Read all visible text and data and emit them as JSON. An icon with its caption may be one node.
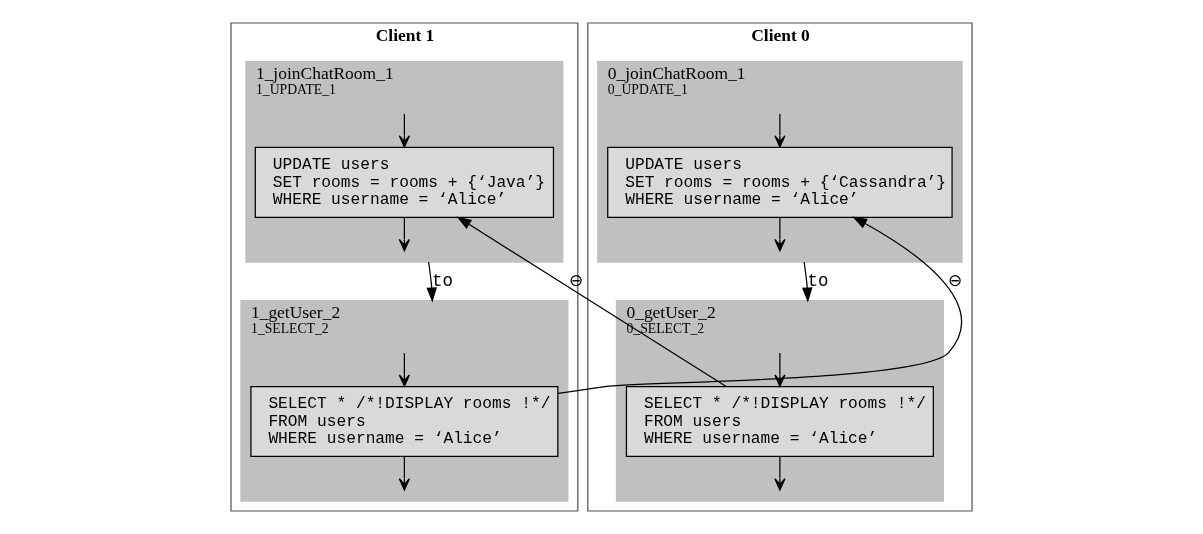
{
  "diagram": {
    "nodes": [
      {
        "text": [
          "Client 0"
        ]
      },
      {
        "text": [
          "0_joinChatRoom_1",
          "0_UPDATE_1"
        ],
        "in": 0
      },
      {
        "text": [
          "UPDATE users",
          "SET rooms = rooms + {‘Cassandra’}",
          "WHERE username = ‘Alice’"
        ],
        "in": 1
      },
      {
        "text": [
          "0_getUser_2",
          "0_SELECT_2"
        ],
        "in": 0
      },
      {
        "text": [
          "SELECT * /*!DISPLAY rooms !*/",
          "FROM users",
          "WHERE username = ‘Alice’"
        ],
        "in": 3
      },
      {
        "text": [
          "Client 1"
        ]
      },
      {
        "text": [
          "1_joinChatRoom_1",
          "1_UPDATE_1"
        ],
        "in": 5
      },
      {
        "text": [
          "UPDATE users",
          "SET rooms = rooms + {‘Java’}",
          "WHERE username = ‘Alice’"
        ],
        "in": 6
      },
      {
        "text": [
          "1_getUser_2",
          "1_SELECT_2"
        ],
        "in": 5
      },
      {
        "text": [
          "SELECT * /*!DISPLAY rooms !*/",
          "FROM users",
          "WHERE username = ‘Alice’"
        ],
        "in": 8
      }
    ],
    "edges": [
      {
        "from": 2,
        "to": null,
        "arrow": "to"
      },
      {
        "from": null,
        "to": 2,
        "arrow": "to"
      },
      {
        "from": 1,
        "to": 3,
        "arrow": "to",
        "label": "to"
      },
      {
        "from": 4,
        "to": null,
        "arrow": "to"
      },
      {
        "from": null,
        "to": 4,
        "arrow": "to"
      },
      {
        "from": 4,
        "to": 7,
        "arrow": "to",
        "label": "⊖"
      },
      {
        "from": 7,
        "to": null,
        "arrow": "to"
      },
      {
        "from": null,
        "to": 7,
        "arrow": "to"
      },
      {
        "from": 6,
        "to": 8,
        "arrow": "to",
        "label": "to"
      },
      {
        "from": 9,
        "to": null,
        "arrow": "to"
      },
      {
        "from": null,
        "to": 9,
        "arrow": "to"
      },
      {
        "from": 9,
        "to": 2,
        "arrow": "to",
        "label": "⊖"
      }
    ]
  }
}
